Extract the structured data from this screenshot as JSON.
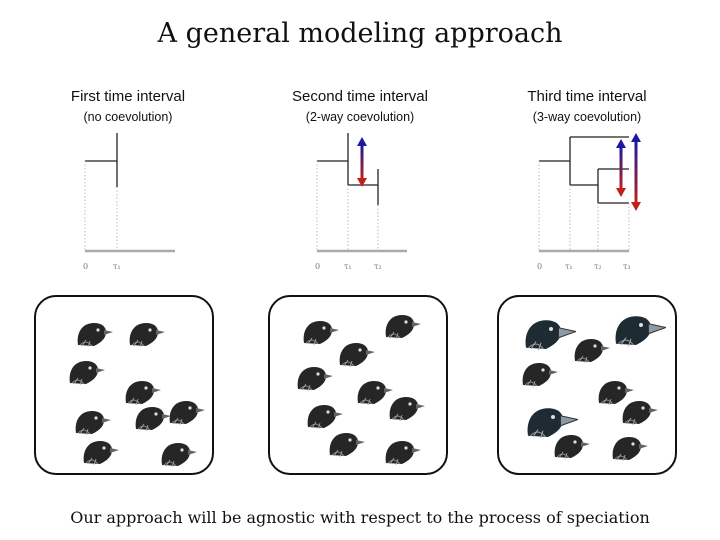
{
  "title": "A general modeling approach",
  "columns": [
    {
      "heading": "First time interval",
      "subheading": "(no coevolution)",
      "ticks": [
        "0",
        "τ₁"
      ]
    },
    {
      "heading": "Second time interval",
      "subheading": "(2-way coevolution)",
      "ticks": [
        "0",
        "τ₁",
        "τ₂"
      ]
    },
    {
      "heading": "Third time interval",
      "subheading": "(3-way coevolution)",
      "ticks": [
        "0",
        "τ₁",
        "τ₂",
        "τ₃"
      ]
    }
  ],
  "arrow_colors": {
    "top": "#1a1aa0",
    "bottom": "#c0201a"
  },
  "footer": "Our approach will be agnostic with respect to the process of speciation"
}
